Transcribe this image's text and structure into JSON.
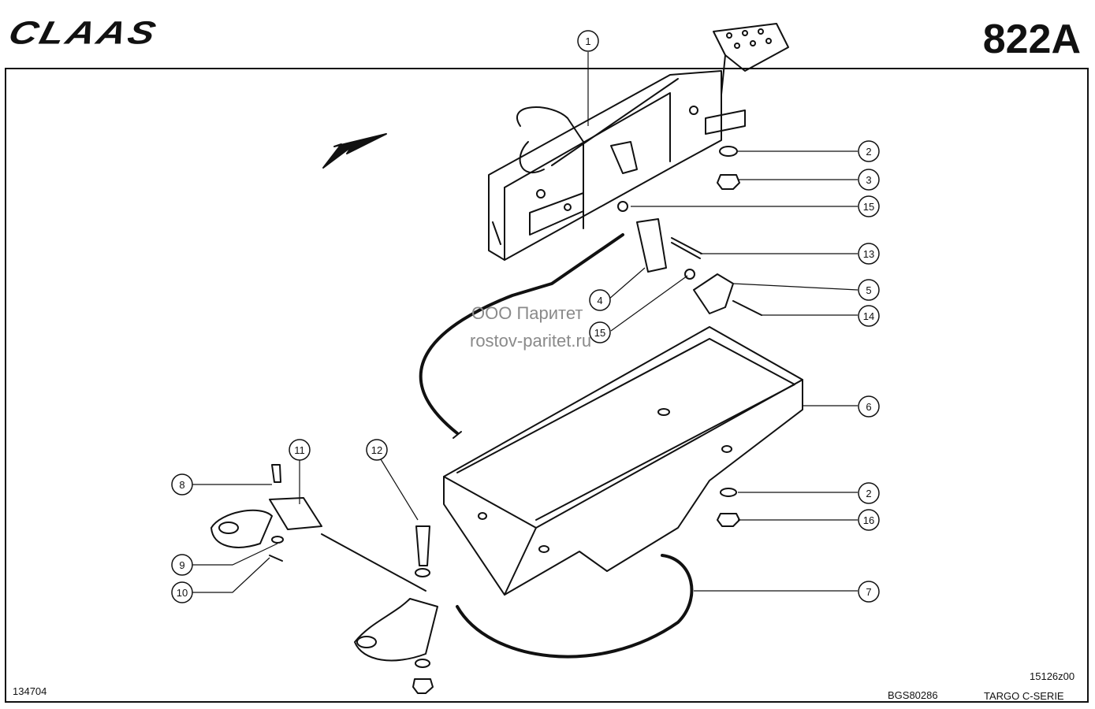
{
  "header": {
    "brand": "CLAAS",
    "page_code": "822A"
  },
  "footer": {
    "left_code": "134704",
    "doc_code": "BGS80286",
    "drawing_code": "15126z00",
    "series": "TARGO C-SERIE"
  },
  "watermark": {
    "line1": "ООО Паритет",
    "line2": "rostov-paritet.ru"
  },
  "callouts": [
    {
      "num": "1"
    },
    {
      "num": "2"
    },
    {
      "num": "3"
    },
    {
      "num": "15"
    },
    {
      "num": "13"
    },
    {
      "num": "5"
    },
    {
      "num": "4"
    },
    {
      "num": "14"
    },
    {
      "num": "15"
    },
    {
      "num": "6"
    },
    {
      "num": "11"
    },
    {
      "num": "12"
    },
    {
      "num": "8"
    },
    {
      "num": "2"
    },
    {
      "num": "16"
    },
    {
      "num": "9"
    },
    {
      "num": "10"
    },
    {
      "num": "7"
    }
  ]
}
